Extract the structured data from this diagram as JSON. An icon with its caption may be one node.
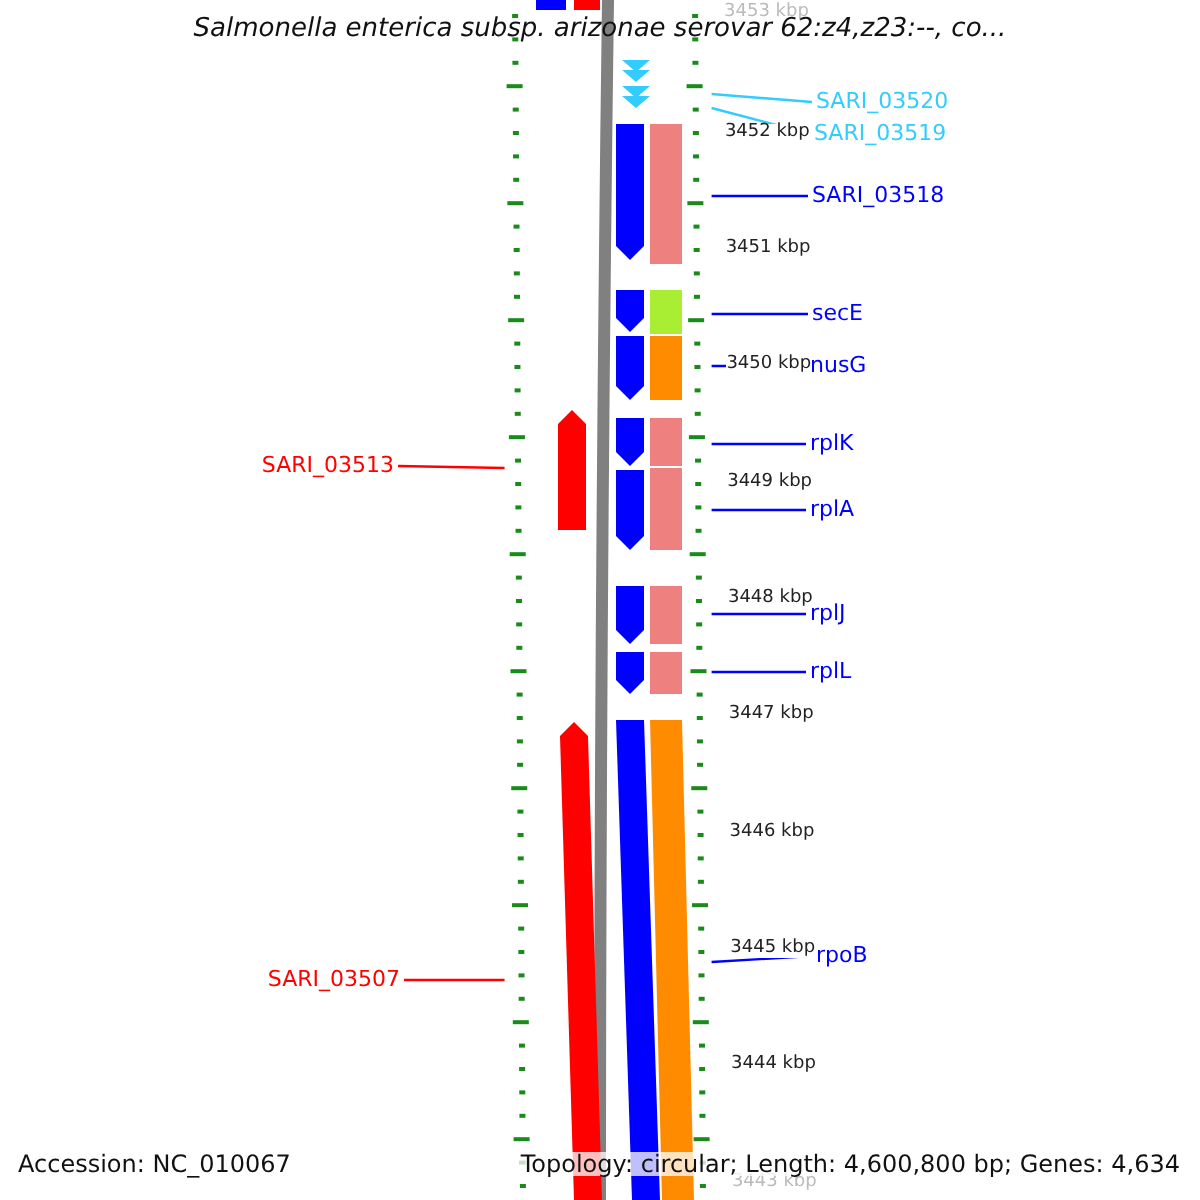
{
  "diagram": {
    "title": "Salmonella enterica subsp. arizonae serovar 62:z4,z23:--, co...",
    "nodes": [
      {
        "text": [
          "SARI_03520"
        ]
      },
      {
        "text": [
          "SARI_03519"
        ]
      },
      {
        "text": [
          "SARI_03518"
        ]
      },
      {
        "text": [
          "secE"
        ]
      },
      {
        "text": [
          "nusG"
        ]
      },
      {
        "text": [
          "rplK"
        ]
      },
      {
        "text": [
          "SARI_03513"
        ]
      },
      {
        "text": [
          "rplA"
        ]
      },
      {
        "text": [
          "rplJ"
        ]
      },
      {
        "text": [
          "rplL"
        ]
      },
      {
        "text": [
          "rpoB"
        ]
      },
      {
        "text": [
          "SARI_03507"
        ]
      },
      {
        "text": [],
        "shape": "bar"
      },
      {
        "text": [],
        "shape": "bar"
      }
    ],
    "edges": [
      {
        "from": 0,
        "to": 13,
        "arrow": "none",
        "color": "#33ccff"
      },
      {
        "from": 1,
        "to": 13,
        "arrow": "none",
        "color": "#33ccff"
      },
      {
        "from": 2,
        "to": 13,
        "arrow": "none"
      },
      {
        "from": 3,
        "to": 13,
        "arrow": "none"
      },
      {
        "from": 4,
        "to": 13,
        "arrow": "none"
      },
      {
        "from": 5,
        "to": 13,
        "arrow": "none"
      },
      {
        "from": 6,
        "to": 12,
        "arrow": "none",
        "color": "#ff0000"
      },
      {
        "from": 7,
        "to": 13,
        "arrow": "none"
      },
      {
        "from": 8,
        "to": 13,
        "arrow": "none"
      },
      {
        "from": 9,
        "to": 13,
        "arrow": "none"
      },
      {
        "from": 10,
        "to": 13,
        "arrow": "none"
      },
      {
        "from": 11,
        "to": 12,
        "arrow": "none",
        "color": "#ff0000"
      }
    ],
    "labels": [
      "3453 kbp",
      "3452 kbp",
      "3451 kbp",
      "3450 kbp",
      "3449 kbp",
      "3448 kbp",
      "3447 kbp",
      "3446 kbp",
      "3445 kbp",
      "3444 kbp",
      "3443 kbp",
      "Accession: NC_010067",
      "Topology: circular; Length: 4,600,800 bp; Genes: 4,634"
    ]
  }
}
